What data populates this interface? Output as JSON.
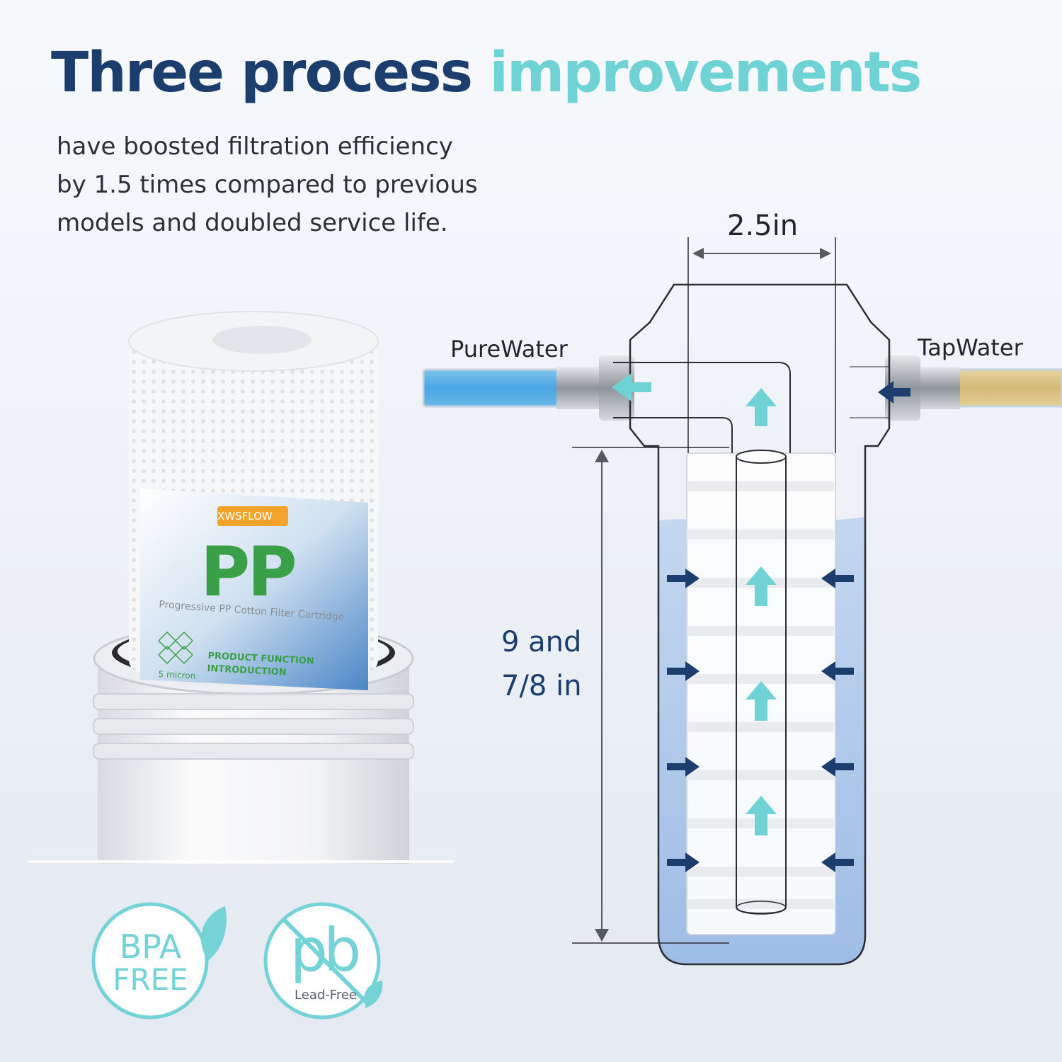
{
  "headline": {
    "part1": "Three process",
    "part2": "improvements"
  },
  "subtext": {
    "line1": "have boosted filtration efficiency",
    "line2": "by 1.5 times compared to previous",
    "line3": "models and doubled service life."
  },
  "diagram": {
    "width_label": "2.5in",
    "outlet_label": "PureWater",
    "inlet_label": "TapWater",
    "height_label_line1": "9 and",
    "height_label_line2": "7/8 in"
  },
  "cartridge": {
    "brand": "XWSFLOW",
    "type": "PP",
    "name": "Progressive PP Cotton Filter Cartridge",
    "function_line1": "PRODUCT FUNCTION",
    "function_line2": "INTRODUCTION",
    "micron": "5 micron"
  },
  "badges": {
    "bpa_line1": "BPA",
    "bpa_line2": "FREE",
    "lead_symbol": "pb",
    "lead_label": "Lead-Free"
  },
  "colors": {
    "headline_dark": "#1b3e6f",
    "headline_accent": "#6fd3d6",
    "flow_arrow": "#6fd3d6",
    "pressure_arrow": "#1b3e6f",
    "water": "#a9c4ea"
  }
}
